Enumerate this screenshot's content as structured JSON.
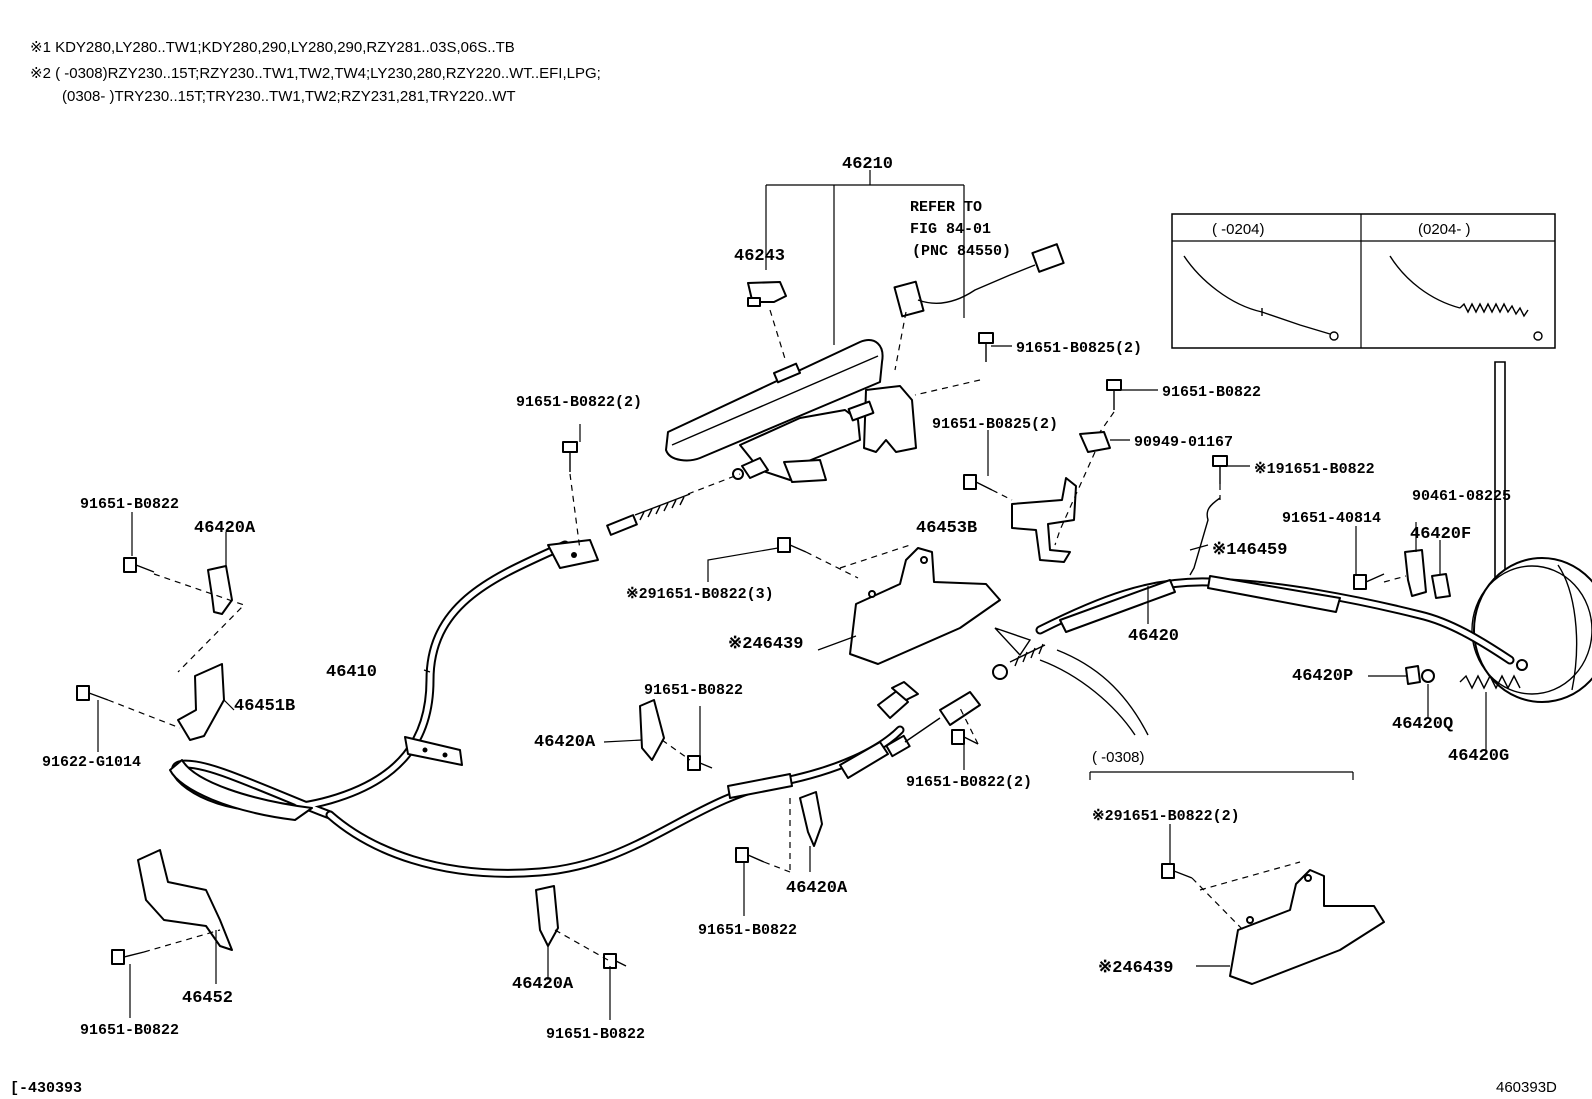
{
  "notes": [
    "※1 KDY280,LY280..TW1;KDY280,290,LY280,290,RZY281..03S,06S..TB",
    "※2 (       -0308)RZY230..15T;RZY230..TW1,TW2,TW4;LY230,280,RZY220..WT..EFI,LPG;",
    "(0308-       )TRY230..15T;TRY230..TW1,TW2;RZY231,281,TRY220..WT"
  ],
  "refer": {
    "line1": "REFER TO",
    "line2": "FIG 84-01",
    "line3": "(PNC 84550)"
  },
  "inset": {
    "left_header": "(       -0204)",
    "right_header": "(0204-       )"
  },
  "variant_label": "(       -0308)",
  "labels": {
    "p46210": "46210",
    "p46243": "46243",
    "p91651_B0825_2a": "91651-B0825(2)",
    "p91651_B0822_top": "91651-B0822",
    "p91651_B0825_2b": "91651-B0825(2)",
    "p90949_01167": "90949-01167",
    "p91651_B0822_2a": "91651-B0822(2)",
    "p191651_B0822": "※191651-B0822",
    "p90461_08225": "90461-08225",
    "p91651_40814": "91651-40814",
    "p46420F": "46420F",
    "p46453B": "46453B",
    "p146459": "※146459",
    "p91651_B0822_left": "91651-B0822",
    "p46420A_left": "46420A",
    "p291651_B0822_3": "※291651-B0822(3)",
    "p246439_mid": "※246439",
    "p46420": "46420",
    "p46410": "46410",
    "p46420P": "46420P",
    "p46420Q": "46420Q",
    "p46420G": "46420G",
    "p46451B": "46451B",
    "p91622_G1014": "91622-G1014",
    "p91651_B0822_mid": "91651-B0822",
    "p46420A_mid": "46420A",
    "p91651_B0822_2b": "91651-B0822(2)",
    "p291651_B0822_2": "※291651-B0822(2)",
    "p46420A_low": "46420A",
    "p91651_B0822_low": "91651-B0822",
    "p246439_low": "※246439",
    "p46452": "46452",
    "p91651_B0822_bl": "91651-B0822",
    "p46420A_bot": "46420A",
    "p91651_B0822_bot": "91651-B0822"
  },
  "footer": {
    "left_code": "[-430393",
    "right_code": "460393D"
  }
}
